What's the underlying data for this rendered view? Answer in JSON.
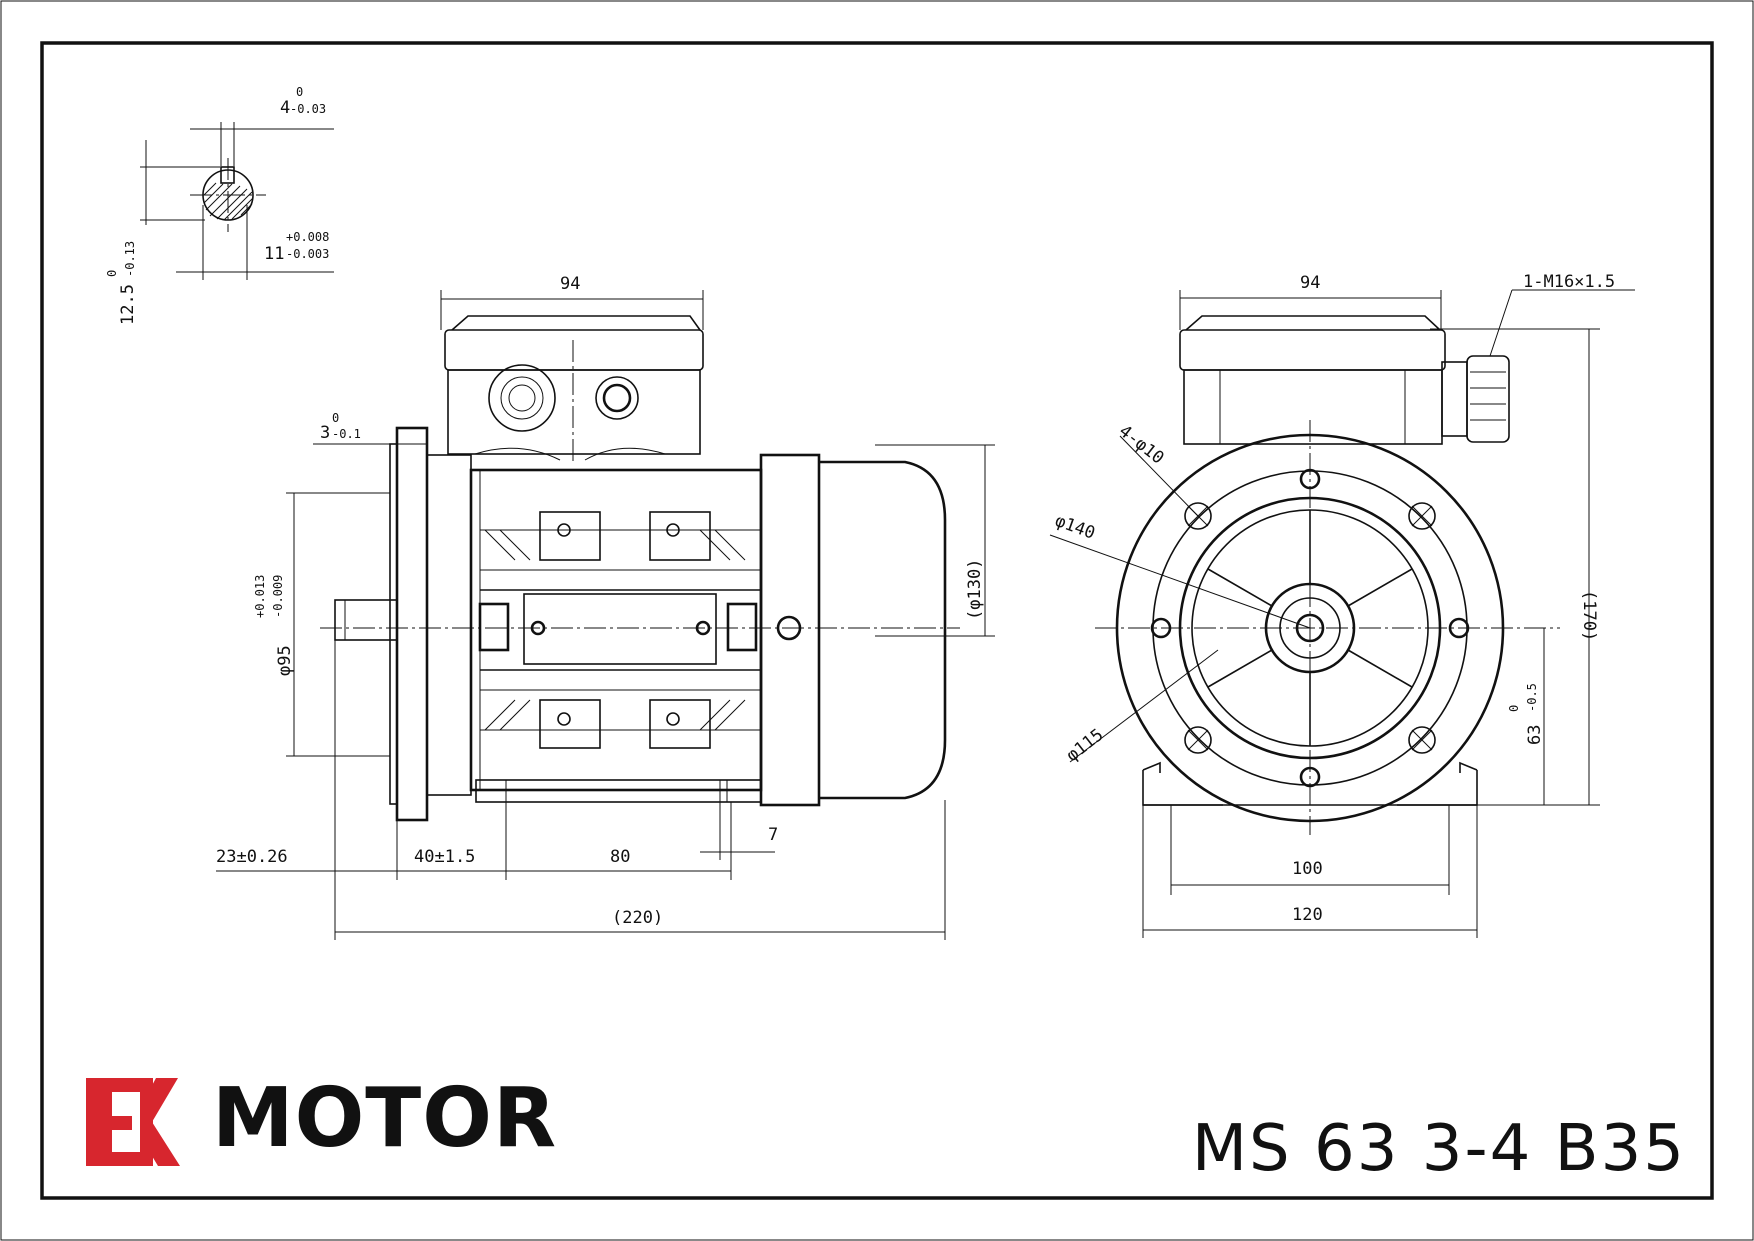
{
  "brand": {
    "logo_mark": "EK",
    "name": "MOTOR",
    "accent_color": "#d7262e"
  },
  "model": "MS 63 3-4 B35",
  "key_section": {
    "key_width": "4",
    "key_width_tol_upper": "0",
    "key_width_tol_lower": "-0.03",
    "shaft_dia": "11",
    "shaft_dia_tol_upper": "+0.008",
    "shaft_dia_tol_lower": "-0.003",
    "key_height": "12.5",
    "key_height_tol_upper": "0",
    "key_height_tol_lower": "-0.13"
  },
  "side_view": {
    "terminal_box_width": "94",
    "flange_thickness": "3",
    "flange_thickness_tol_upper": "0",
    "flange_thickness_tol_lower": "-0.1",
    "spigot_dia": "φ95",
    "spigot_tol_upper": "+0.013",
    "spigot_tol_lower": "-0.009",
    "body_dia": "(φ130)",
    "shaft_len": "23±0.26",
    "flange_to_foot": "40±1.5",
    "foot_spacing": "80",
    "foot_thickness": "7",
    "overall_len": "(220)"
  },
  "end_view": {
    "terminal_box_width": "94",
    "cable_gland": "1-M16×1.5",
    "flange_holes": "4-φ10",
    "pcd_outer": "φ140",
    "pcd_inner": "φ115",
    "total_height": "(170)",
    "shaft_height": "63",
    "shaft_height_tol_upper": "0",
    "shaft_height_tol_lower": "-0.5",
    "foot_hole_spacing": "100",
    "foot_width": "120"
  }
}
